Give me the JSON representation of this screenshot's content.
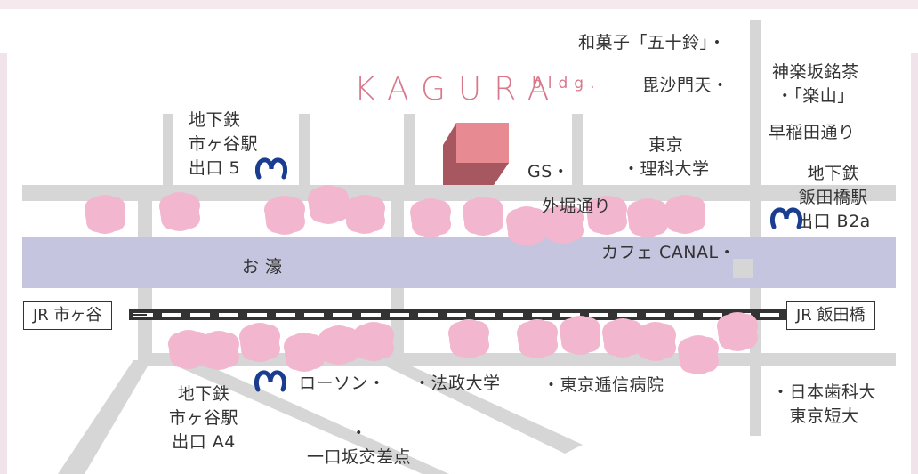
{
  "title": {
    "main": "KAGURA",
    "sub": "bldg."
  },
  "colors": {
    "road": "#d6d6d6",
    "moat": "#c5c5df",
    "sakura": "#f2b6cf",
    "building_top": "#e88a92",
    "building_side": "#a7575f",
    "metro": "#1a3d8f",
    "text": "#333333",
    "title": "#d9788a"
  },
  "stations": {
    "left": "JR 市ヶ谷",
    "right": "JR 飯田橋"
  },
  "labels": {
    "wagashi": "和菓子「五十鈴」・",
    "bishamonten": "毘沙門天・",
    "tea": "神楽坂銘茶\n・「楽山」",
    "waseda_dori": "早稲田通り",
    "gs": "GS・",
    "tokyo_rika": "東京\n・理科大学",
    "sotobori_dori": "外堀通り",
    "cafe": "カフェ CANAL・",
    "moat": "お 濠",
    "lawson": "ローソン・",
    "hosei": "・法政大学",
    "teishin": "・東京逓信病院",
    "nihon_shika": "・日本歯科大\n東京短大",
    "ichigaya_exit5": "地下鉄\n市ヶ谷駅\n出口 5",
    "iidabashi_exit": "地下鉄\n飯田橋駅\n出口 B2a",
    "ichigaya_exitA4": "地下鉄\n市ヶ谷駅\n出口 A4",
    "ichiguchizaka": "・\n一口坂交差点"
  },
  "icons": {
    "metro_topleft": "tokyo-metro-icon",
    "metro_right": "tokyo-metro-icon",
    "metro_bottom": "tokyo-metro-icon",
    "building": "kagura-building-icon",
    "sakura": "cherry-blossom-tree-icon"
  }
}
